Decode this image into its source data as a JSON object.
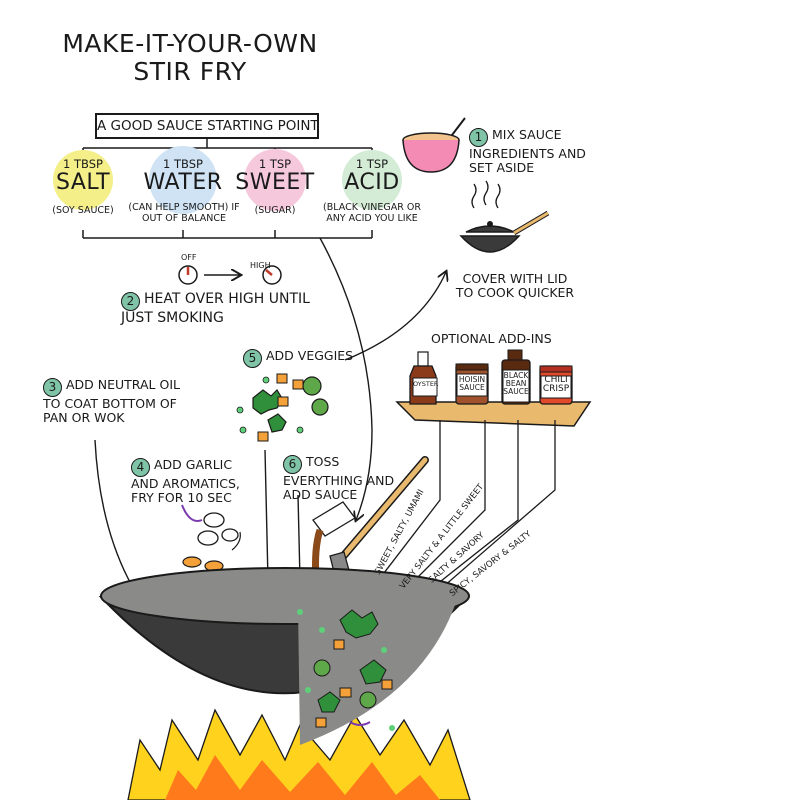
{
  "title": {
    "line1": "MAKE-IT-YOUR-OWN",
    "line2": "STIR FRY"
  },
  "sauce": {
    "header": "A GOOD SAUCE STARTING POINT",
    "ingredients": [
      {
        "amount": "1 TBSP",
        "name": "SALT",
        "note": "(SOY SAUCE)",
        "color": "#f5ef8a"
      },
      {
        "amount": "1 TBSP",
        "name": "WATER",
        "note": "(CAN HELP SMOOTH) IF OUT OF BALANCE",
        "color": "#cfe3f5"
      },
      {
        "amount": "1 TSP",
        "name": "SWEET",
        "note": "(SUGAR)",
        "color": "#f6c8dc"
      },
      {
        "amount": "1 TSP",
        "name": "ACID",
        "note": "(BLACK VINEGAR OR ANY ACID YOU LIKE",
        "color": "#d4ecd6"
      }
    ]
  },
  "heat": {
    "off_label": "OFF",
    "high_label": "HIGH"
  },
  "steps": [
    {
      "num": "1",
      "text": "MIX SAUCE INGREDIENTS AND SET ASIDE"
    },
    {
      "num": "2",
      "text": "HEAT OVER HIGH UNTIL JUST SMOKING"
    },
    {
      "num": "3",
      "text": "ADD NEUTRAL OIL TO COAT BOTTOM OF PAN OR WOK"
    },
    {
      "num": "4",
      "text": "ADD GARLIC AND AROMATICS, FRY FOR 10 SEC"
    },
    {
      "num": "5",
      "text": "ADD VEGGIES"
    },
    {
      "num": "6",
      "text": "TOSS EVERYTHING AND ADD SAUCE"
    }
  ],
  "cover_note": "COVER WITH LID TO COOK QUICKER",
  "addins": {
    "header": "OPTIONAL ADD-INS",
    "items": [
      {
        "label": "OYSTER",
        "desc": "SWEET, SALTY, UMAMI"
      },
      {
        "label": "HOISIN SAUCE",
        "desc": "VERY SALTY & A LITTLE SWEET"
      },
      {
        "label": "BLACK BEAN SAUCE",
        "desc": "SALTY & SAVORY"
      },
      {
        "label": "CHILI CRISP",
        "desc": "SPICY, SAVORY & SALTY"
      }
    ]
  },
  "colors": {
    "step_badge": "#7fc4a6",
    "wok": "#3a3a3a",
    "wok_inside": "#8a8a88",
    "flame_outer": "#ffd21e",
    "flame_inner": "#ff7a1a",
    "shelf": "#e9b96e"
  },
  "icons": [
    "bowl-icon",
    "wok-lid-icon",
    "knob-off-icon",
    "knob-high-icon",
    "wok-icon",
    "flame-icon",
    "sauce-bottle-icon",
    "jar-icon",
    "garlic-icon",
    "veggies-icon",
    "spatula-icon"
  ]
}
